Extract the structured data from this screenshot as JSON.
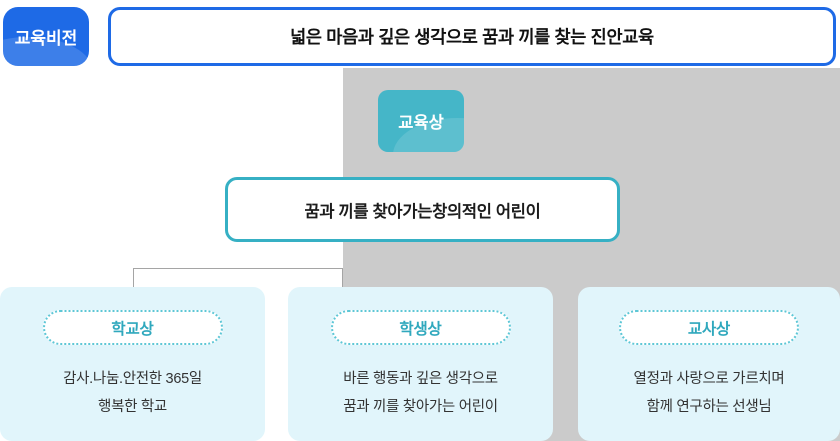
{
  "colors": {
    "accent_blue": "#1e6ae6",
    "accent_teal": "#45b6c8",
    "panel_gray": "#cbcbcb",
    "card_bg": "#e1f5fb",
    "pill_border_teal": "#5ec7d6",
    "pill_text_teal": "#2fa8bd",
    "title_text": "#111111",
    "body_text": "#333333"
  },
  "vision": {
    "label": "교육비전",
    "statement": "넓은 마음과 깊은 생각으로 꿈과 끼를 찾는 진안교육"
  },
  "education_ideal": {
    "label": "교육상",
    "statement": "꿈과 끼를 찾아가는창의적인 어린이"
  },
  "ideals": [
    {
      "title": "학교상",
      "lines": [
        "감사.나눔.안전한 365일",
        "행복한 학교"
      ]
    },
    {
      "title": "학생상",
      "lines": [
        "바른 행동과 깊은 생각으로",
        "꿈과 끼를 찾아가는 어린이"
      ]
    },
    {
      "title": "교사상",
      "lines": [
        "열정과 사랑으로 가르치며",
        "함께 연구하는 선생님"
      ]
    }
  ]
}
